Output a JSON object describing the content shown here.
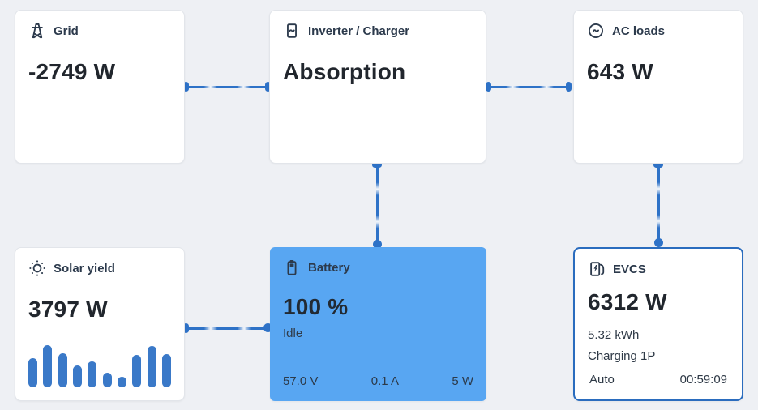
{
  "colors": {
    "background": "#eef0f4",
    "connector_blue": "#2e72c7",
    "battery_card_bg": "#58a6f2",
    "bar_blue": "#3a79c8",
    "evcs_border_blue": "#2a6cbe",
    "title_text": "#2c3a4c",
    "value_text": "#21262d"
  },
  "cards": {
    "grid": {
      "icon": "pylon-icon",
      "title": "Grid",
      "value": "-2749 W"
    },
    "inverter": {
      "icon": "inverter-icon",
      "title": "Inverter / Charger",
      "value": "Absorption"
    },
    "ac_loads": {
      "icon": "ac-sine-circle-icon",
      "title": "AC loads",
      "value": "643 W"
    },
    "solar": {
      "icon": "sun-icon",
      "title": "Solar yield",
      "value": "3797 W"
    },
    "battery": {
      "icon": "battery-icon",
      "title": "Battery",
      "value": "100 %",
      "state": "Idle",
      "voltage": "57.0 V",
      "current": "0.1 A",
      "power": "5 W"
    },
    "evcs": {
      "icon": "ev-charger-icon",
      "title": "EVCS",
      "value": "6312 W",
      "energy": "5.32 kWh",
      "status": "Charging 1P",
      "mode": "Auto",
      "session_time": "00:59:09"
    }
  },
  "chart_data": {
    "type": "bar",
    "title": "",
    "xlabel": "",
    "ylabel": "",
    "description": "Unlabeled solar-yield sparkline inside the Solar yield card; 10 rounded bars, relative heights only",
    "values": [
      70,
      100,
      80,
      52,
      62,
      35,
      25,
      76,
      98,
      78
    ],
    "value_unit": "percent of tallest bar",
    "bar_color": "#3a79c8",
    "grid": false,
    "legend": false
  }
}
